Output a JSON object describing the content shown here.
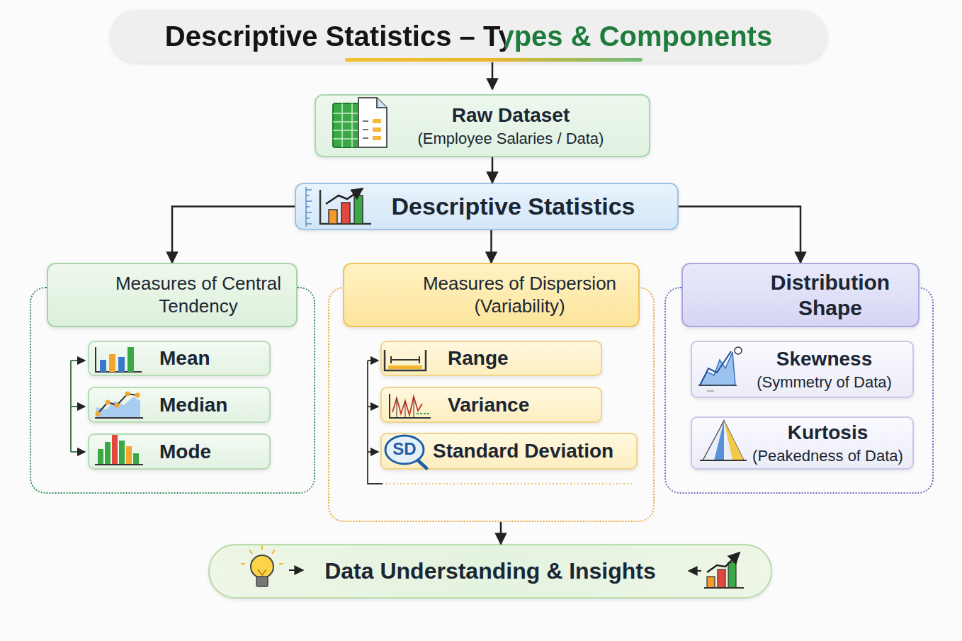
{
  "diagram": {
    "title": "Descriptive Statistics – Types & Components",
    "nodes": [
      {
        "text": [
          "Raw Dataset",
          "(Employee Salaries / Data)"
        ]
      },
      {
        "text": [
          "Descriptive Statistics"
        ]
      },
      {
        "text": [
          "Measures of Central Tendency"
        ]
      },
      {
        "text": [
          "Mean"
        ],
        "in": 2
      },
      {
        "text": [
          "Median"
        ],
        "in": 2
      },
      {
        "text": [
          "Mode"
        ],
        "in": 2
      },
      {
        "text": [
          "Measures of Dispersion (Variability)"
        ]
      },
      {
        "text": [
          "Range"
        ],
        "in": 6
      },
      {
        "text": [
          "Variance"
        ],
        "in": 6
      },
      {
        "text": [
          "Standard Deviation"
        ],
        "in": 6
      },
      {
        "text": [
          "Distribution Shape"
        ]
      },
      {
        "text": [
          "Skewness",
          "(Symmetry of Data)"
        ],
        "in": 10
      },
      {
        "text": [
          "Kurtosis",
          "(Peakedness of Data)"
        ],
        "in": 10
      },
      {
        "text": [
          "Data Understanding & Insights"
        ]
      }
    ],
    "edges": [
      {
        "from": 0,
        "to": 1,
        "arrow": "to"
      },
      {
        "from": 1,
        "to": 2,
        "arrow": "to"
      },
      {
        "from": 1,
        "to": 6,
        "arrow": "to"
      },
      {
        "from": 1,
        "to": 10,
        "arrow": "to"
      },
      {
        "from": 6,
        "to": 13,
        "arrow": "to"
      }
    ],
    "labels": [
      "SD"
    ]
  }
}
